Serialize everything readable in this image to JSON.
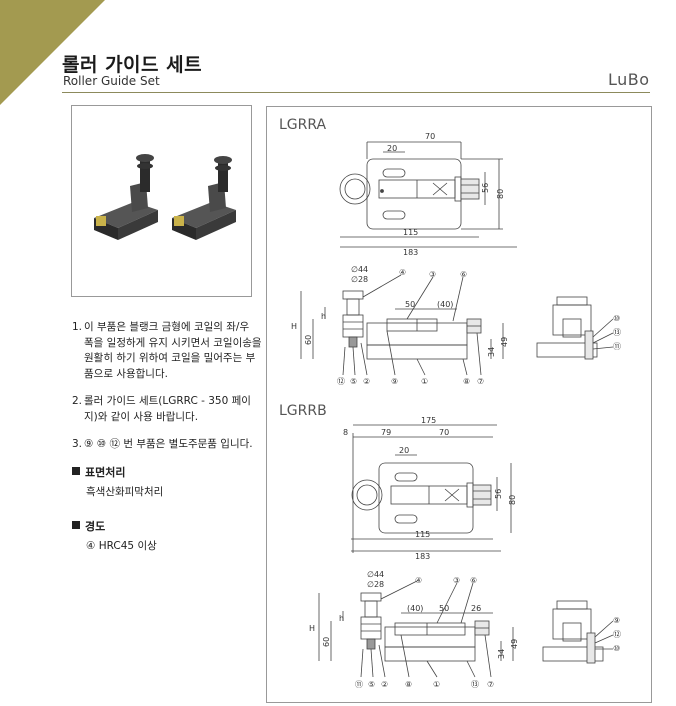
{
  "header": {
    "title_ko": "롤러 가이드 세트",
    "title_en": "Roller Guide Set",
    "logo": "LuBo"
  },
  "notes": [
    {
      "num": "1.",
      "text": "이 부품은 블랭크 금형에 코일의 좌/우 폭을 일정하게 유지 시키면서 코일이송을 원활히 하기 위하여 코일을 밀어주는 부품으로 사용합니다."
    },
    {
      "num": "2.",
      "text": "롤러 가이드 세트(LGRRC - 350 페이지)와 같이 사용 바랍니다."
    },
    {
      "num": "3.",
      "text": "⑨ ⑩ ⑫ 번 부품은 별도주문품 입니다."
    }
  ],
  "sections": [
    {
      "title": "표면처리",
      "body": "흑색산화피막처리"
    },
    {
      "title": "경도",
      "body": "④ HRC45 이상"
    }
  ],
  "drawings": {
    "a": {
      "label": "LGRRA",
      "dims": {
        "d70": "70",
        "d20": "20",
        "d56": "56",
        "d80": "80",
        "d115": "115",
        "d183": "183",
        "d44": "∅44",
        "d28": "∅28",
        "d50": "50",
        "d40": "(40)",
        "h": "H",
        "h_small": "h",
        "d60": "60",
        "d34": "34",
        "d49": "49"
      },
      "callouts_top": [
        "④",
        "③",
        "⑥"
      ],
      "callouts_bottom": [
        "⑫",
        "⑤",
        "②",
        "⑨",
        "①",
        "⑧",
        "⑦"
      ],
      "callouts_side": [
        "⑩",
        "⑬",
        "⑪"
      ]
    },
    "b": {
      "label": "LGRRB",
      "dims": {
        "d175": "175",
        "d8": "8",
        "d79": "79",
        "d70": "70",
        "d20": "20",
        "d56": "56",
        "d80": "80",
        "d115": "115",
        "d183": "183",
        "d44": "∅44",
        "d28": "∅28",
        "d40": "(40)",
        "d50": "50",
        "d26": "26",
        "h": "H",
        "h_small": "h",
        "d60": "60",
        "d34": "34",
        "d49": "49"
      },
      "callouts_top": [
        "④",
        "③",
        "⑥"
      ],
      "callouts_bottom": [
        "⑪",
        "⑤",
        "②",
        "⑧",
        "①",
        "⑬",
        "⑦"
      ],
      "callouts_side": [
        "⑨",
        "⑫",
        "⑩"
      ]
    }
  }
}
